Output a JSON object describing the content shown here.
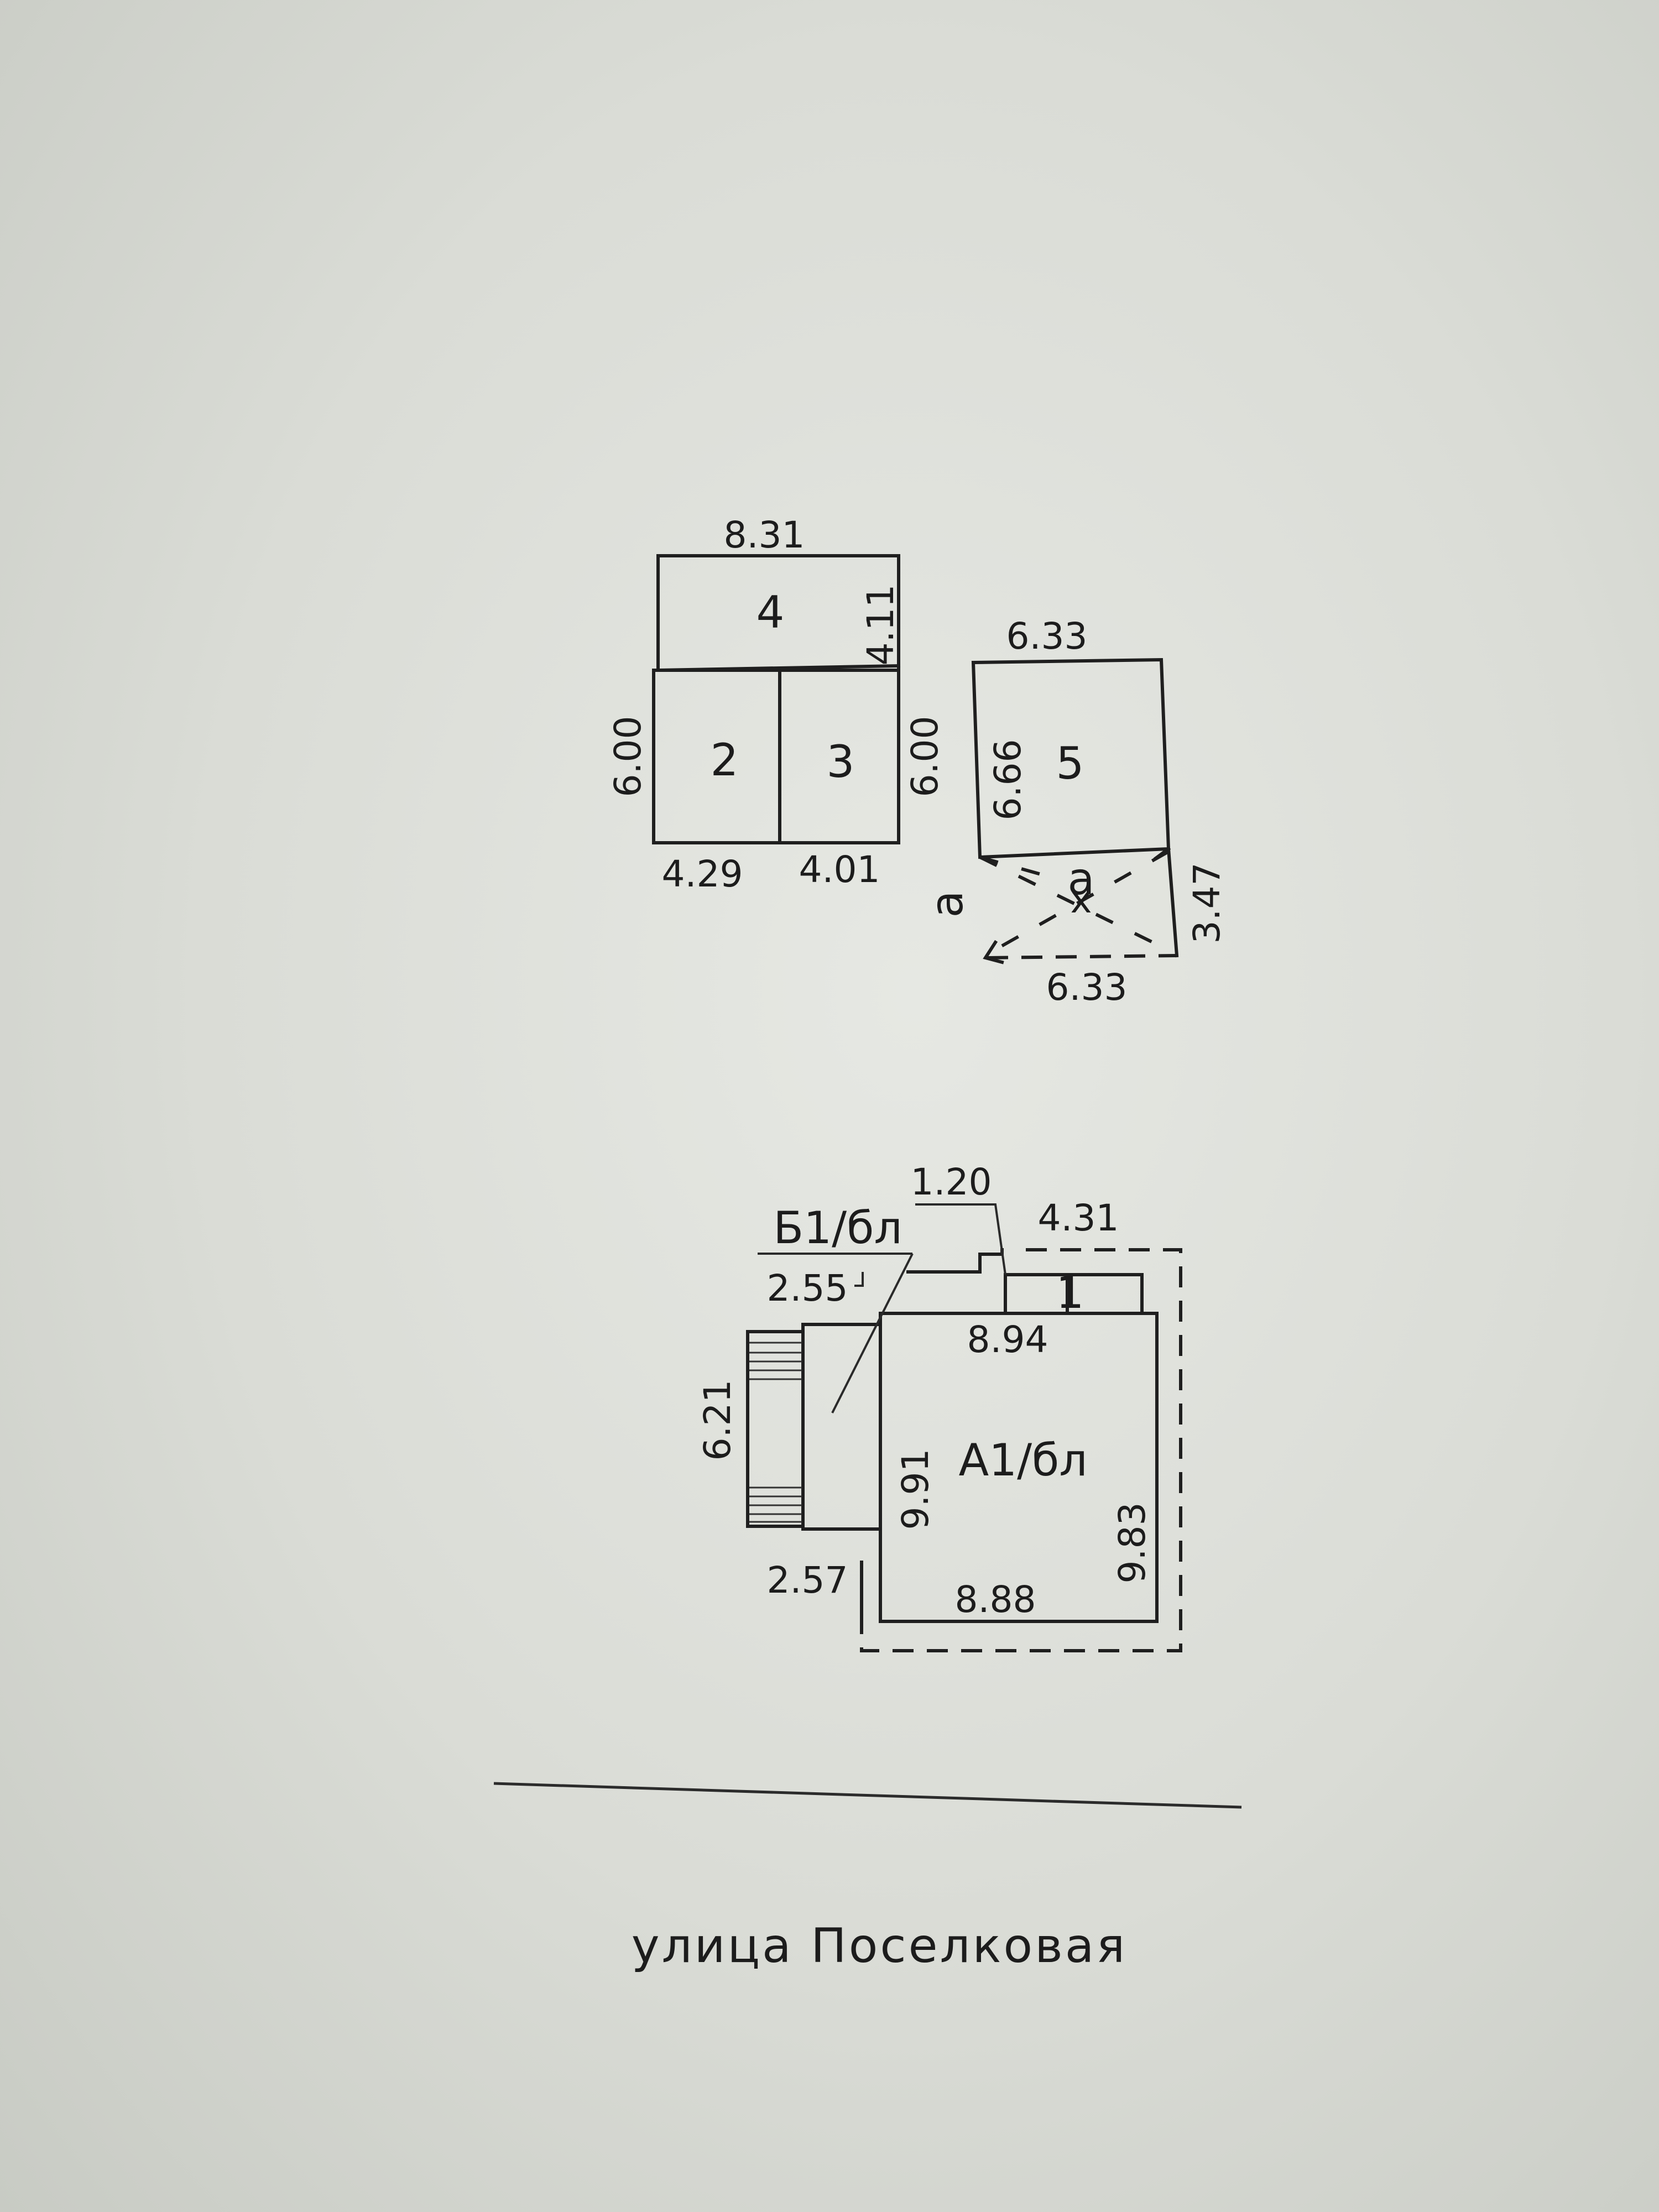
{
  "building_group_1": {
    "room_labels": {
      "room_4": "4",
      "room_2": "2",
      "room_3": "3"
    },
    "dimensions": {
      "top_width": "8.31",
      "room_4_height": "4.11",
      "left_height": "6.00",
      "right_height": "6.00",
      "room_2_width": "4.29",
      "room_3_width": "4.01"
    }
  },
  "building_group_2": {
    "room_labels": {
      "room_5": "5",
      "open_area": "a",
      "open_area_mark": "x",
      "open_area_side": "a"
    },
    "dimensions": {
      "top_width": "6.33",
      "height": "6.66",
      "canopy_depth": "3.47",
      "canopy_width": "6.33"
    }
  },
  "main_house": {
    "labels": {
      "main_building": "А1/бл",
      "annex": "Б1/бл",
      "porch": "1"
    },
    "dimensions": {
      "porch_width": "1.20",
      "porch_offset": "4.31",
      "annex_top": "2.55",
      "annex_height": "6.21",
      "annex_bottom": "2.57",
      "top_width": "8.94",
      "left_height": "9.91",
      "right_height": "9.83",
      "bottom_width": "8.88"
    }
  },
  "street_name": "улица Поселковая"
}
